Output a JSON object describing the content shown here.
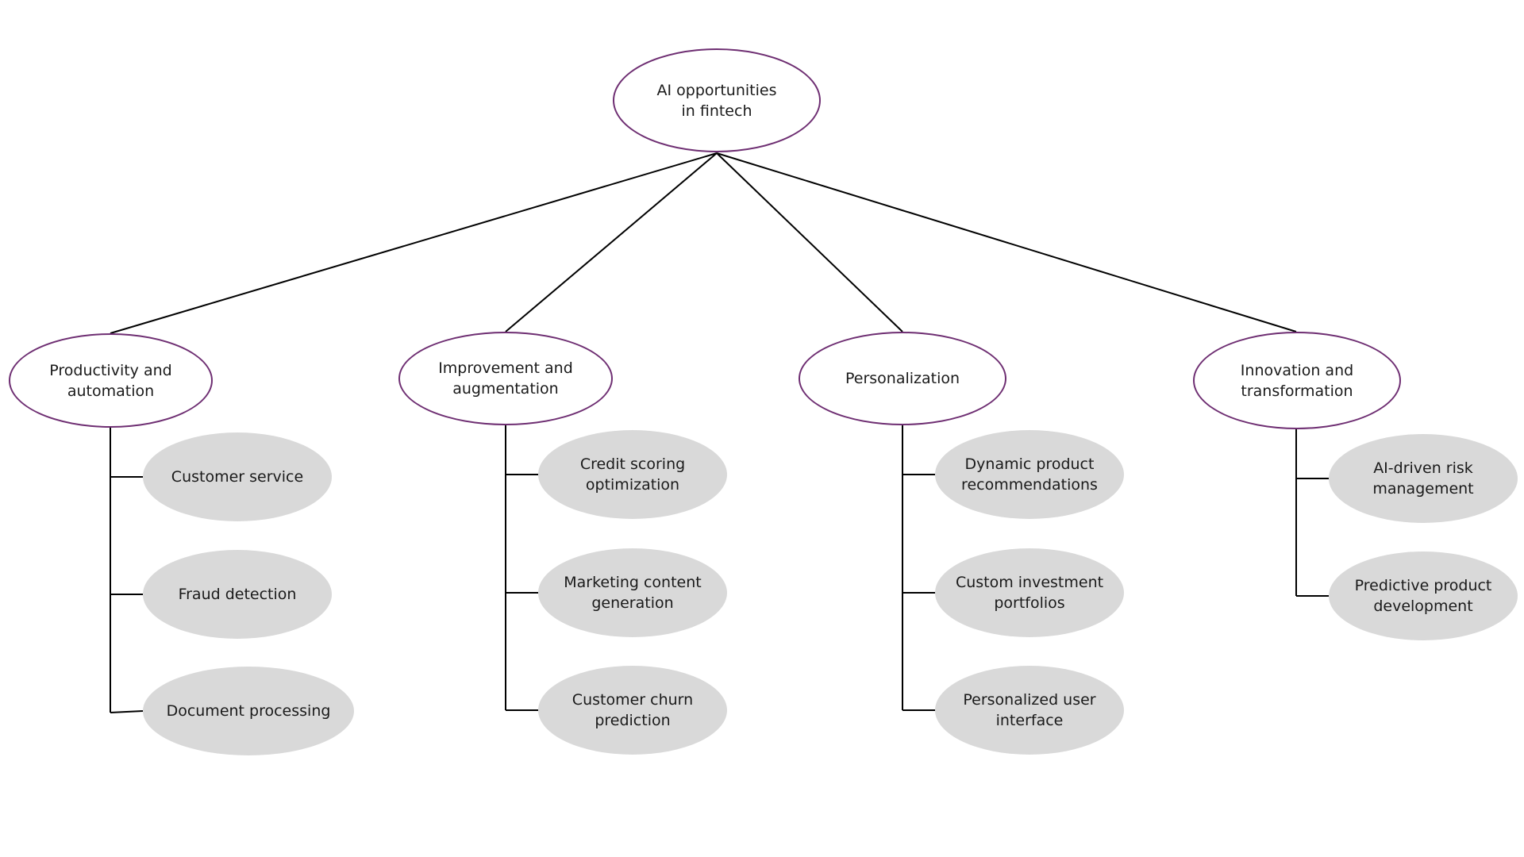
{
  "colors": {
    "outline": "#6e2e72",
    "leaf_fill": "#d9d9d9",
    "line": "#000000"
  },
  "diagram": {
    "root": {
      "label": "AI opportunities\nin fintech"
    },
    "categories": [
      {
        "label": "Productivity and\nautomation",
        "items": [
          "Customer service",
          "Fraud detection",
          "Document processing"
        ]
      },
      {
        "label": "Improvement and\naugmentation",
        "items": [
          "Credit scoring\noptimization",
          "Marketing content\ngeneration",
          "Customer churn\nprediction"
        ]
      },
      {
        "label": "Personalization",
        "items": [
          "Dynamic product\nrecommendations",
          "Custom investment\nportfolios",
          "Personalized user\ninterface"
        ]
      },
      {
        "label": "Innovation and\ntransformation",
        "items": [
          "AI-driven risk\nmanagement",
          "Predictive product\ndevelopment"
        ]
      }
    ]
  }
}
